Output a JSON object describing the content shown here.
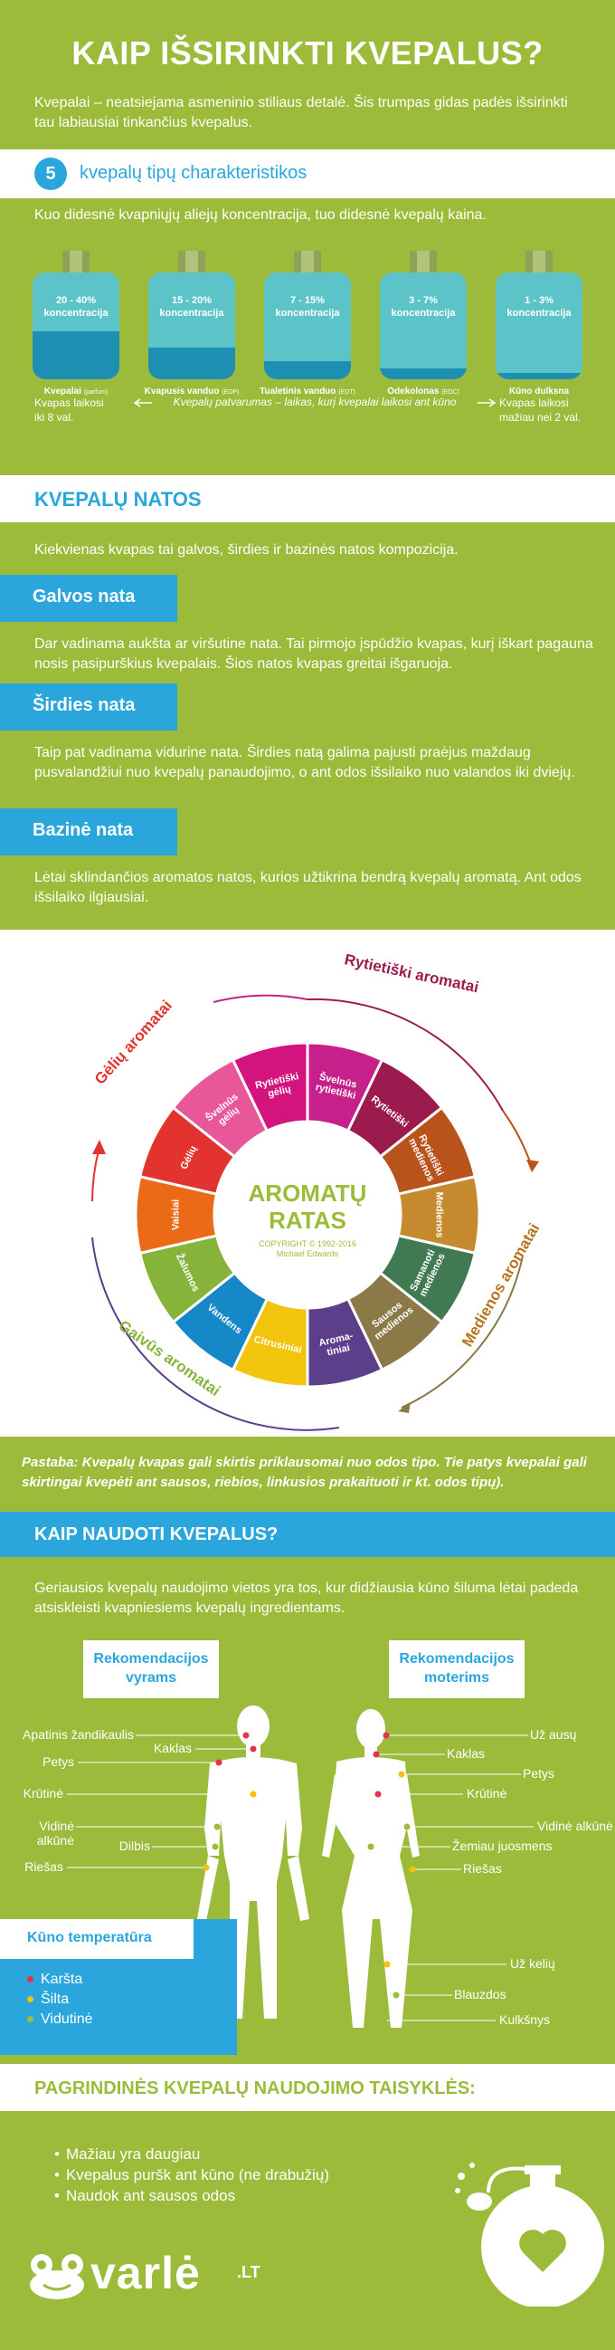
{
  "header": {
    "title": "KAIP IŠSIRINKTI KVEPALUS?",
    "intro": "Kvepalai – neatsiejama asmeninio stiliaus detalė. Šis trumpas gidas padės išsirinkti tau labiausiai tinkančius kvepalus."
  },
  "types": {
    "number": "5",
    "title": "kvepalų tipų charakteristikos",
    "intro": "Kuo didesnė kvapniųjų aliejų koncentracija, tuo didesnė kvepalų kaina.",
    "bottles": [
      {
        "pct": "20 - 40%",
        "conc": "koncentracija",
        "name": "Kvepalai",
        "sub": "(parfum)",
        "fill": 0.45
      },
      {
        "pct": "15 - 20%",
        "conc": "koncentracija",
        "name": "Kvapusis vanduo",
        "sub": "(EDP)",
        "fill": 0.3
      },
      {
        "pct": "7 - 15%",
        "conc": "koncentracija",
        "name": "Tualetinis vanduo",
        "sub": "(EDT)",
        "fill": 0.17
      },
      {
        "pct": "3 - 7%",
        "conc": "koncentracija",
        "name": "Odekolonas",
        "sub": "(EDC)",
        "fill": 0.1
      },
      {
        "pct": "1 - 3%",
        "conc": "koncentracija",
        "name": "Kūno dulksna",
        "sub": "",
        "fill": 0.06
      }
    ],
    "left_note_1": "Kvapas laikosi",
    "left_note_2": "iki 8 val.",
    "middle_note": "Kvepalų patvarumas – laikas, kurį kvepalai laikosi ant kūno",
    "right_note_1": "Kvapas laikosi",
    "right_note_2": "mažiau nei 2 val."
  },
  "notes": {
    "title": "KVEPALŲ NATOS",
    "intro": "Kiekvienas kvapas tai galvos, širdies ir bazinės natos kompozicija.",
    "head_title": "Galvos nata",
    "head_text": "Dar vadinama aukšta ar viršutine nata. Tai pirmojo įspūdžio kvapas, kurį iškart pagauna nosis pasipurškius kvepalais. Šios natos kvapas greitai išgaruoja.",
    "heart_title": "Širdies nata",
    "heart_text": "Taip pat vadinama vidurine nata. Širdies natą galima pajusti praėjus maždaug pusvalandžiui nuo kvepalų panaudojimo, o ant odos išsilaiko nuo valandos iki dviejų.",
    "base_title": "Bazinė nata",
    "base_text": "Lėtai sklindančios aromatos natos, kurios užtikrina bendrą kvepalų aromatą. Ant odos išsilaiko ilgiausiai."
  },
  "wheel": {
    "title_1": "AROMATŲ",
    "title_2": "RATAS",
    "copyright": "COPYRIGHT © 1992-2016",
    "author": "Michael Edwards",
    "families": {
      "oriental": "Rytietiški aromatai",
      "woody": "Medienos aromatai",
      "fresh": "Gaivūs aromatai",
      "floral": "Gėlių aromatai"
    },
    "segments": [
      {
        "l1": "Švelnūs",
        "l2": "rytietiški",
        "color": "#c6208a"
      },
      {
        "l1": "Rytietiški",
        "l2": "",
        "color": "#9b1b4f"
      },
      {
        "l1": "Rytietiški",
        "l2": "medienos",
        "color": "#b8531c"
      },
      {
        "l1": "Medienos",
        "l2": "",
        "color": "#c58a2e"
      },
      {
        "l1": "Samanoti",
        "l2": "medienos",
        "color": "#3f7a52"
      },
      {
        "l1": "Sausos",
        "l2": "medienos",
        "color": "#8b7a48"
      },
      {
        "l1": "Aroma-",
        "l2": "tiniai",
        "color": "#5b3f8a"
      },
      {
        "l1": "Citrusiniai",
        "l2": "",
        "color": "#f2c40c"
      },
      {
        "l1": "Vandens",
        "l2": "",
        "color": "#1687c7"
      },
      {
        "l1": "Žalumos",
        "l2": "",
        "color": "#86b43a"
      },
      {
        "l1": "Vaisiai",
        "l2": "",
        "color": "#ea6a18"
      },
      {
        "l1": "Gėlių",
        "l2": "",
        "color": "#e2332e"
      },
      {
        "l1": "Švelnūs",
        "l2": "gėlių",
        "color": "#e8579a"
      },
      {
        "l1": "Rytietiški",
        "l2": "gėlių",
        "color": "#d3147e"
      }
    ]
  },
  "pastaba": "Pastaba: Kvepalų kvapas gali skirtis priklausomai nuo odos tipo. Tie patys kvepalai gali skirtingai kvepėti ant sausos, riebios, linkusios prakaituoti ir kt. odos tipų).",
  "how": {
    "title": "KAIP NAUDOTI KVEPALUS?",
    "intro": "Geriausios kvepalų naudojimo vietos yra tos, kur didžiausia kūno šiluma lėtai padeda atsiskleisti kvapniesiems kvepalų ingredientams.",
    "men_1": "Rekomendacijos",
    "men_2": "vyrams",
    "women_1": "Rekomendacijos",
    "women_2": "moterims",
    "men_points": [
      "Apatinis žandikaulis",
      "Kaklas",
      "Petys",
      "Krūtinė",
      "Vidinė alkūnė",
      "Dilbis",
      "Riešas"
    ],
    "women_points": [
      "Už ausų",
      "Kaklas",
      "Petys",
      "Krūtinė",
      "Vidinė alkūnė",
      "Žemiau juosmens",
      "Riešas",
      "Už kelių",
      "Blauzdos",
      "Kulkšnys"
    ],
    "temp_title": "Kūno temperatūra",
    "temp_items": [
      {
        "label": "Karšta",
        "color": "#e8304e"
      },
      {
        "label": "Šilta",
        "color": "#f4c20d"
      },
      {
        "label": "Vidutinė",
        "color": "#9dbb3a"
      }
    ]
  },
  "rules": {
    "title": "PAGRINDINĖS KVEPALŲ NAUDOJIMO TAISYKLĖS:",
    "items": [
      "Mažiau yra daugiau",
      "Kvepalus puršk ant kūno (ne drabužių)",
      "Naudok ant sausos odos"
    ],
    "logo": "varlė",
    "logo_tld": ".LT"
  },
  "colors": {
    "green": "#9dbb3a",
    "blue": "#2aa6dd",
    "teal": "#5cc4c9"
  }
}
